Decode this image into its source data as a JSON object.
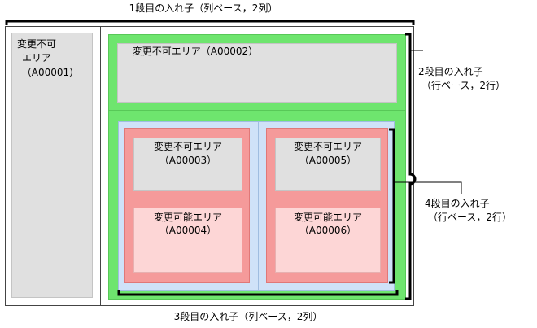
{
  "labels": {
    "level1": "1段目の入れ子（列ベース，2列）",
    "level2_line1": "2段目の入れ子",
    "level2_line2": "（行ベース，2行）",
    "level3": "3段目の入れ子（列ベース，2列）",
    "level4_line1": "4段目の入れ子",
    "level4_line2": "（行ベース，2行）"
  },
  "areas": {
    "a1_line1": "変更不可",
    "a1_line2": "エリア",
    "a1_line3": "（A00001）",
    "a2": "変更不可エリア（A00002）",
    "a3_line1": "変更不可エリア",
    "a3_line2": "（A00003）",
    "a4_line1": "変更可能エリア",
    "a4_line2": "（A00004）",
    "a5_line1": "変更不可エリア",
    "a5_line2": "（A00005）",
    "a6_line1": "変更可能エリア",
    "a6_line2": "（A00006）"
  },
  "colors": {
    "locked_gray": "#e0e0e0",
    "green_container": "#6ee56e",
    "blue_container": "#cfe2f8",
    "red_container": "#f59a9a",
    "editable_pink": "#fdd6d6"
  }
}
